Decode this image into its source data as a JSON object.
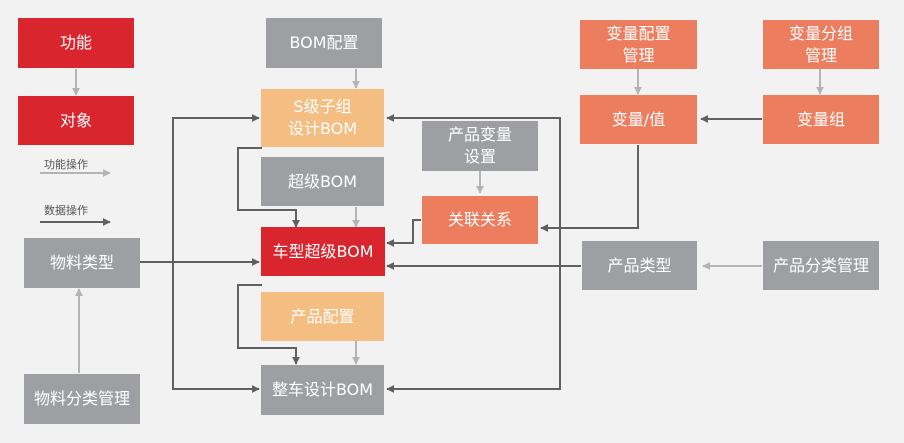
{
  "nodes": {
    "function": "功能",
    "object": "对象",
    "bom_config": "BOM配置",
    "s_level_bom": "S级子组\n设计BOM",
    "super_bom": "超级BOM",
    "vehicle_super_bom": "车型超级BOM",
    "product_config": "产品配置",
    "vehicle_design_bom": "整车设计BOM",
    "material_type": "物料类型",
    "material_category_mgmt": "物料分类管理",
    "product_variable_setting": "产品变量\n设置",
    "association": "关联关系",
    "variable_config_mgmt": "变量配置\n管理",
    "variable_group_mgmt": "变量分组\n管理",
    "variable_value": "变量/值",
    "variable_group": "变量组",
    "product_type": "产品类型",
    "product_category_mgmt": "产品分类管理"
  },
  "legend": {
    "function_op": "功能操作",
    "data_op": "数据操作"
  },
  "colors": {
    "red": "#d9262e",
    "gray_box": "#9d9fa2",
    "peach": "#f4be82",
    "orange": "#ec7d5e",
    "function_arrow": "#b4b4b4",
    "data_arrow": "#606060"
  }
}
